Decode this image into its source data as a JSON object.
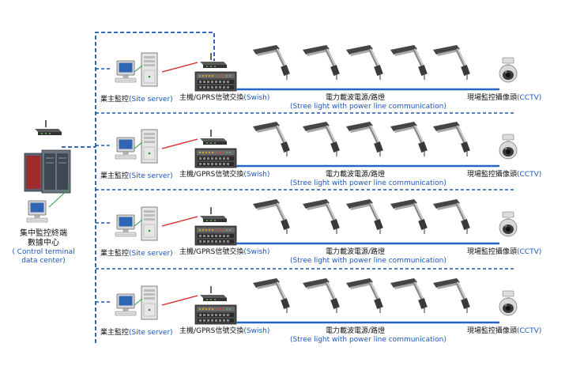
{
  "control_center": {
    "title_line1": "集中監控終端",
    "title_line2": "數據中心",
    "en_line1": "( Control terminal",
    "en_line2": "data center)"
  },
  "rows": [
    {
      "site_label": "業主監控",
      "site_label_en": "(Site server)",
      "switch_label": "主機/GPRS信號交換",
      "switch_label_en": "(Swish)",
      "streetlight_label": "電力載波電源/路燈",
      "streetlight_label_en": "(Stree light with power line communication)",
      "camera_label": "現場監控攝像頭",
      "camera_label_en": "(CCTV)"
    },
    {
      "site_label": "業主監控",
      "site_label_en": "(Site server)",
      "switch_label": "主機/GPRS信號交換",
      "switch_label_en": "(Swish)",
      "streetlight_label": "電力載波電源/路燈",
      "streetlight_label_en": "(Stree light with power line communication)",
      "camera_label": "現場監控攝像頭",
      "camera_label_en": "(CCTV)"
    },
    {
      "site_label": "業主監控",
      "site_label_en": "(Site server)",
      "switch_label": "主機/GPRS信號交換",
      "switch_label_en": "(Swish)",
      "streetlight_label": "電力載波電源/路燈",
      "streetlight_label_en": "(Stree light with power line communication)",
      "camera_label": "現場監控攝像頭",
      "camera_label_en": "(CCTV)"
    },
    {
      "site_label": "業主監控",
      "site_label_en": "(Site server)",
      "switch_label": "主機/GPRS信號交換",
      "switch_label_en": "(Swish)",
      "streetlight_label": "電力載波電源/路燈",
      "streetlight_label_en": "(Stree light with power line communication)",
      "camera_label": "現場監控攝像頭",
      "camera_label_en": "(CCTV)"
    }
  ],
  "icons": {
    "center": [
      "router-icon",
      "server-cabinet-icon",
      "computer-icon"
    ],
    "row": [
      "computer-icon",
      "tower-server-icon",
      "router-icon",
      "switch-icon",
      "streetlight-icon",
      "cctv-camera-icon"
    ]
  },
  "colors": {
    "dashed_line": "#1f55b2",
    "bus_line": "#2366c8",
    "link_red": "#d42020",
    "link_green": "#2a9a3a",
    "label_blue": "#1d57b4"
  }
}
